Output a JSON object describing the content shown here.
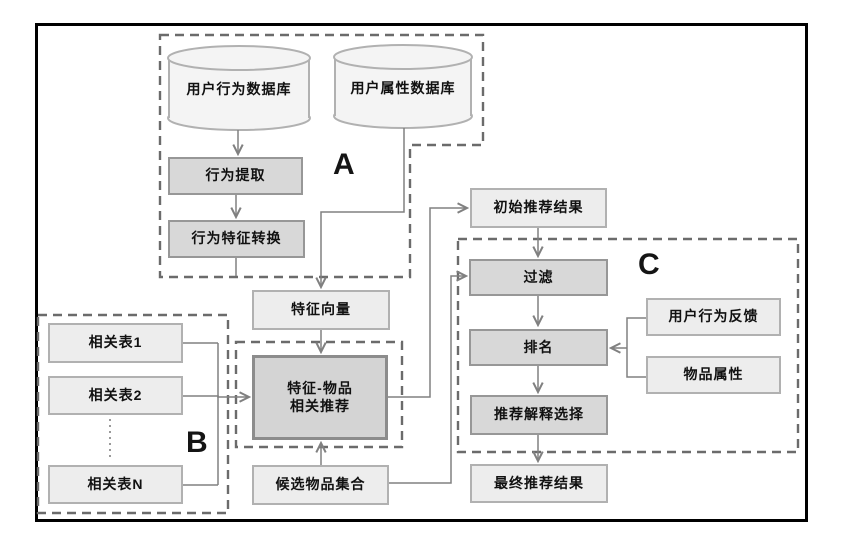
{
  "diagram": {
    "groups": {
      "a_label": "A",
      "b_label": "B",
      "c_label": "C"
    },
    "nodes": {
      "user_behavior_db": {
        "label": "用户行为数据库"
      },
      "user_attr_db": {
        "label": "用户属性数据库"
      },
      "behavior_extract": {
        "label": "行为提取"
      },
      "behavior_feature_convert": {
        "label": "行为特征转换"
      },
      "feature_vector": {
        "label": "特征向量"
      },
      "related_table_1": {
        "label": "相关表1"
      },
      "related_table_2": {
        "label": "相关表2"
      },
      "related_table_n": {
        "label": "相关表N"
      },
      "feature_item_rec": {
        "label_line1": "特征-物品",
        "label_line2": "相关推荐"
      },
      "candidate_item_set": {
        "label": "候选物品集合"
      },
      "initial_rec_result": {
        "label": "初始推荐结果"
      },
      "filter": {
        "label": "过滤"
      },
      "ranking": {
        "label": "排名"
      },
      "user_behavior_feedback": {
        "label": "用户行为反馈"
      },
      "item_attribute": {
        "label": "物品属性"
      },
      "rec_explain_select": {
        "label": "推荐解释选择"
      },
      "final_rec_result": {
        "label": "最终推荐结果"
      }
    },
    "colors": {
      "frame": "#000000",
      "dashed_border": "#6b6b6b",
      "connector": "#808080",
      "node_light_fill": "#ededed",
      "node_light_border": "#b1b1b1",
      "node_dark_fill": "#d8d8d8",
      "node_dark_border": "#979797",
      "cylinder_fill": "#f4f4f4",
      "text": "#111111"
    }
  }
}
